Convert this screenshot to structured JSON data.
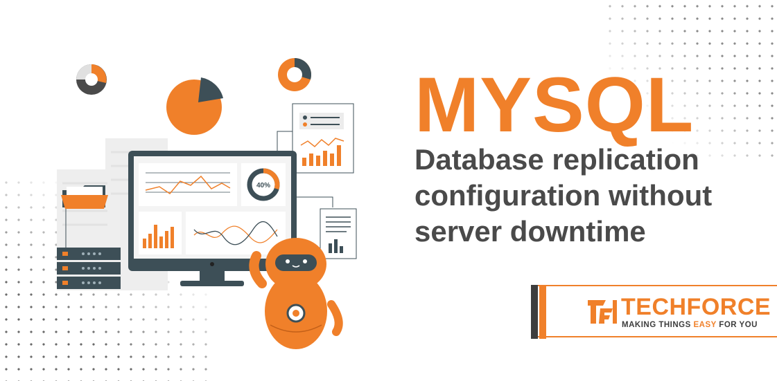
{
  "headline": "MYSQL",
  "subtitle_lines": [
    "Database replication",
    "configuration without",
    "server downtime"
  ],
  "illustration": {
    "donut_label": "40%"
  },
  "brand": {
    "name": "TECHFORCE",
    "tagline_pre": "MAKING THINGS ",
    "tagline_accent": "EASY",
    "tagline_post": " FOR YOU"
  },
  "colors": {
    "accent": "#f0802a",
    "dark": "#3d4f57",
    "text": "#4a4a4a",
    "background": "#ffffff"
  }
}
